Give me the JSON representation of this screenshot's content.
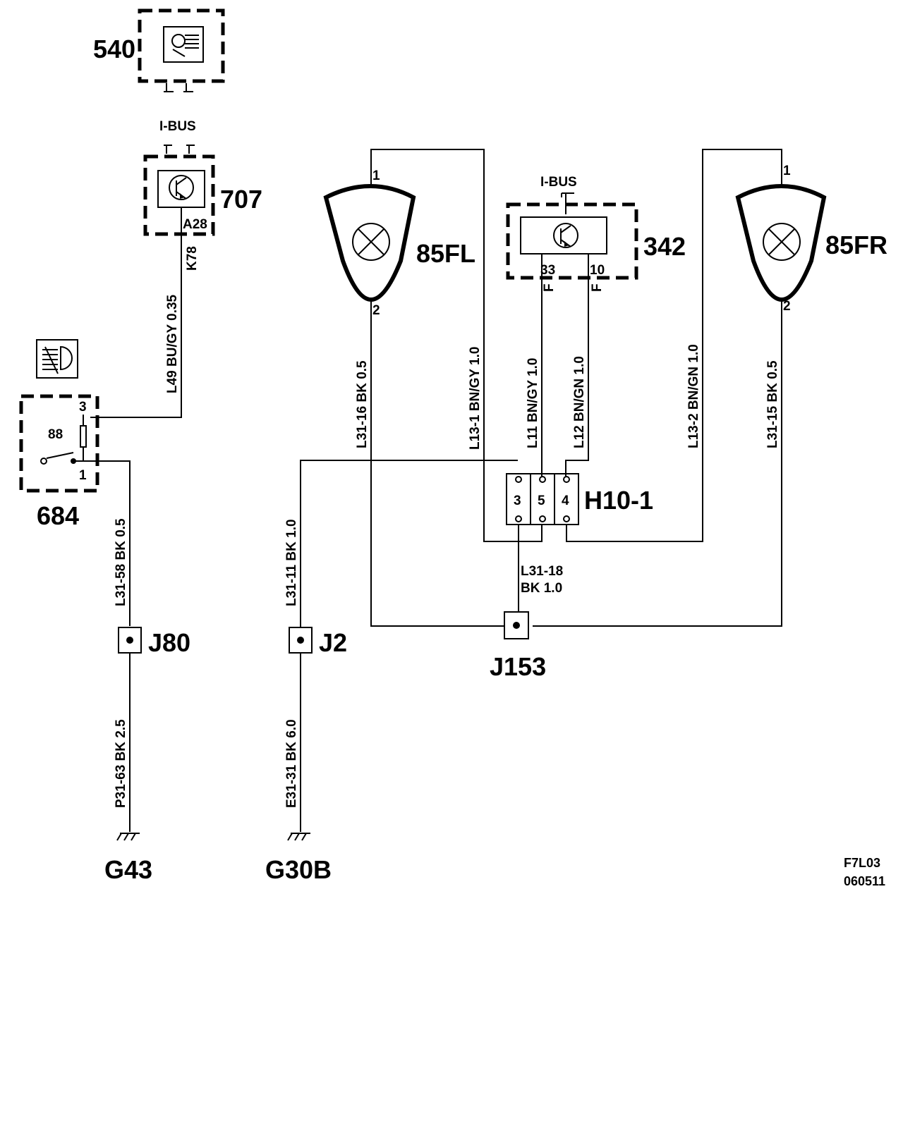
{
  "components": {
    "c540": "540",
    "c707": "707",
    "c342": "342",
    "c85fl": "85FL",
    "c85fr": "85FR",
    "c684": "684",
    "h10": "H10-1",
    "j80": "J80",
    "j2": "J2",
    "j153": "J153",
    "g43": "G43",
    "g30b": "G30B"
  },
  "bus": {
    "ibus_707": "I-BUS",
    "ibus_342": "I-BUS"
  },
  "pins": {
    "p707_a28": "A28",
    "p342_33": "33",
    "p342_10": "10",
    "p342_f1": "F",
    "p342_f2": "F",
    "p85fl_1": "1",
    "p85fl_2": "2",
    "p85fr_1": "1",
    "p85fr_2": "2",
    "p684_3": "3",
    "p684_1": "1",
    "p684_88": "88",
    "h10_3": "3",
    "h10_5": "5",
    "h10_4": "4"
  },
  "wires": {
    "w_l49": "L49  BU/GY  0.35",
    "w_k78": "K78",
    "w_l31_58": "L31-58  BK  0.5",
    "w_p31_63": "P31-63  BK   2.5",
    "w_l31_11": "L31-11  BK  1.0",
    "w_e31_31": "E31-31  BK   6.0",
    "w_l31_16": "L31-16   BK  0.5",
    "w_l13_1": "L13-1   BN/GY  1.0",
    "w_l11": "L11   BN/GY  1.0",
    "w_l12": "L12   BN/GN  1.0",
    "w_l13_2": "L13-2   BN/GN  1.0",
    "w_l31_15": "L31-15   BK   0.5",
    "w_l31_18a": "L31-18",
    "w_l31_18b": "BK     1.0"
  },
  "footer": {
    "code1": "F7L03",
    "code2": "060511"
  },
  "icons": [
    "headlamp-washer-icon",
    "transistor-icon",
    "fog-light-icon",
    "lamp-icon",
    "ground-icon",
    "splice-icon"
  ]
}
